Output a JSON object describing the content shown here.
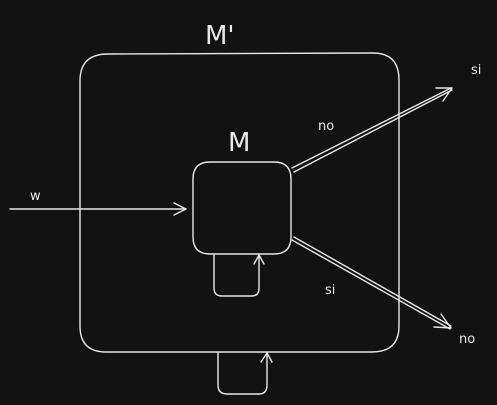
{
  "diagram": {
    "outer_machine_label": "M'",
    "inner_machine_label": "M",
    "input_label": "w",
    "upper_edge_label": "no",
    "upper_output_label": "si",
    "lower_edge_label": "si",
    "lower_output_label": "no"
  },
  "colors": {
    "background": "#121212",
    "stroke": "#e8e8e8"
  }
}
